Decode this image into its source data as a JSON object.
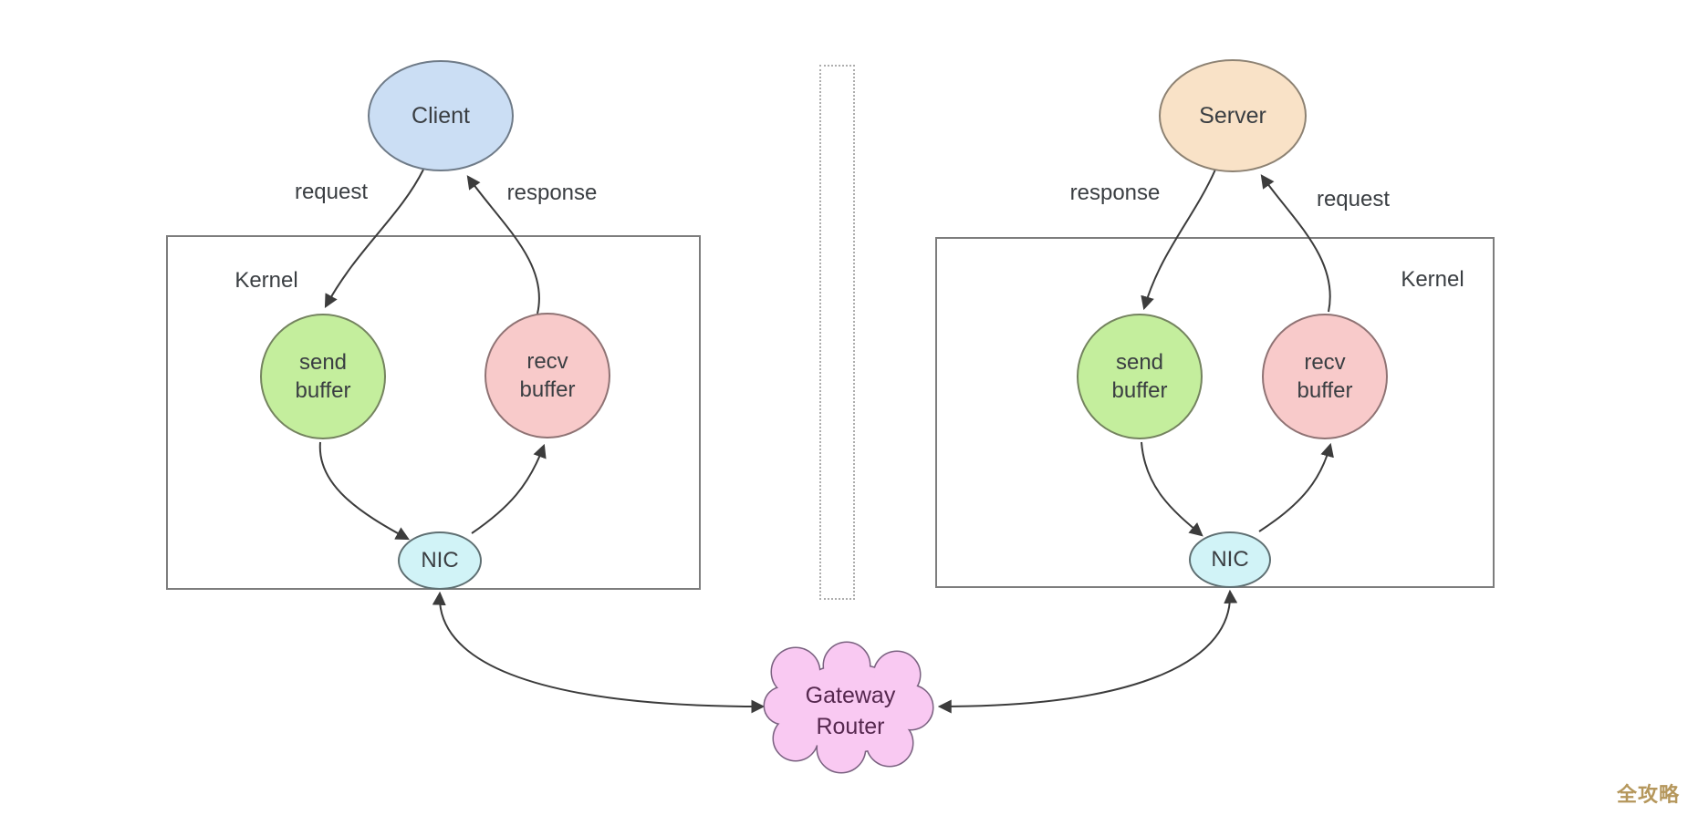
{
  "left_host": {
    "node": "Client",
    "kernel": "Kernel",
    "send_buffer": "send buffer",
    "recv_buffer": "recv buffer",
    "nic": "NIC",
    "request_label": "request",
    "response_label": "response"
  },
  "right_host": {
    "node": "Server",
    "kernel": "Kernel",
    "send_buffer": "send buffer",
    "recv_buffer": "recv buffer",
    "nic": "NIC",
    "request_label": "request",
    "response_label": "response"
  },
  "gateway": {
    "label": "Gateway Router"
  },
  "watermark": "全攻略",
  "colors": {
    "background": "#ffffff",
    "client_fill": "#cbdef4",
    "client_stroke": "#6f7b88",
    "server_fill": "#f9e2c7",
    "server_stroke": "#8d8273",
    "send_fill": "#c4ee9d",
    "send_stroke": "#74835f",
    "recv_fill": "#f8caca",
    "recv_stroke": "#8f7374",
    "nic_fill": "#d1f3f7",
    "nic_stroke": "#5f6f72",
    "cloud_fill": "#f9c9f2",
    "cloud_stroke": "#7a6180",
    "kernel_stroke": "#7d7d7d",
    "divider_stroke": "#adadad",
    "arrow": "#3c3c3c",
    "text": "#3a3e42",
    "gateway_text": "#56284f",
    "watermark": "#b5975c"
  }
}
